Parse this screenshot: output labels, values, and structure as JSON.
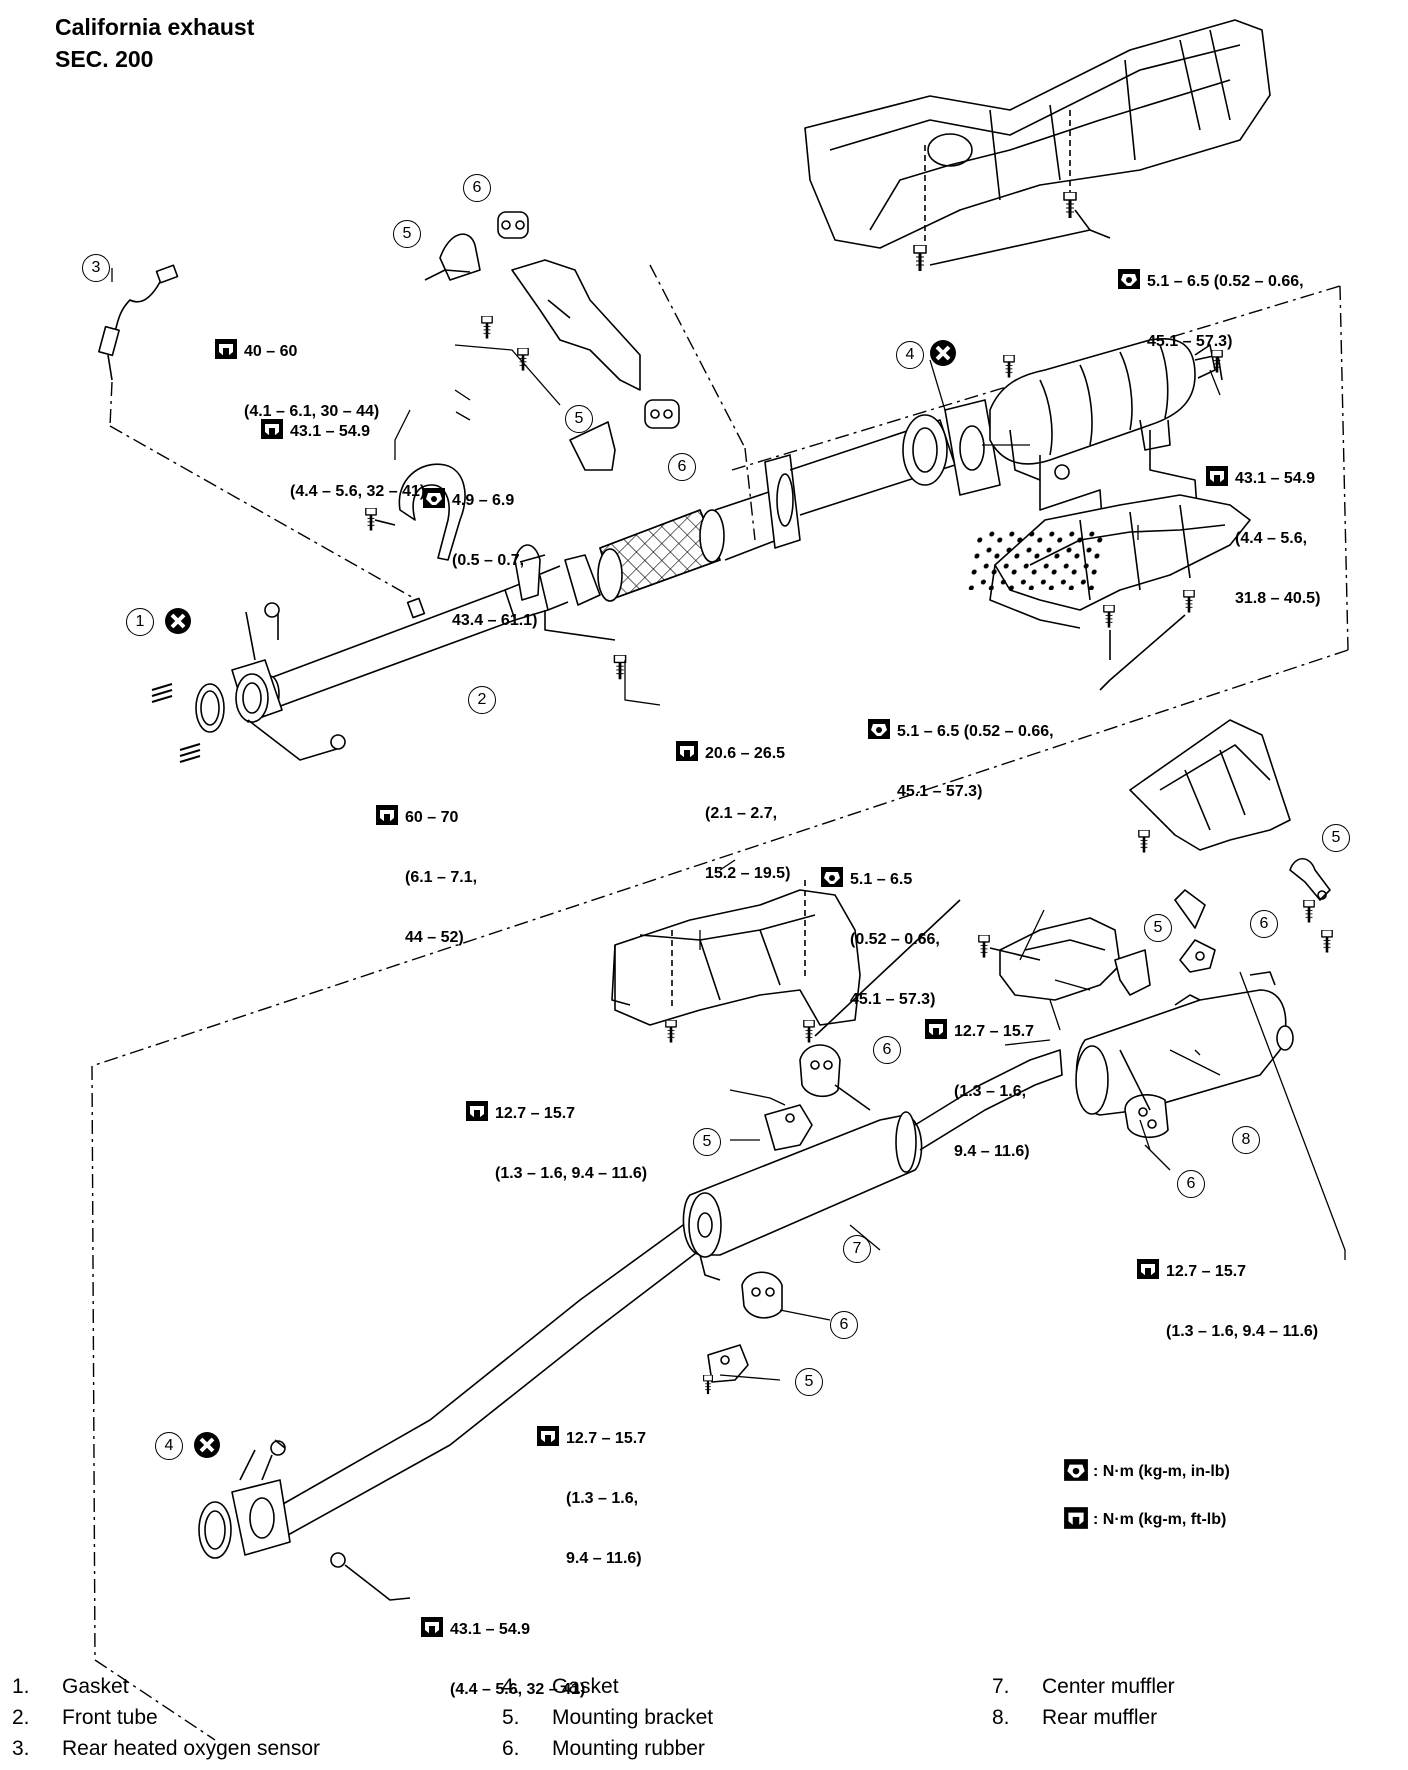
{
  "title": {
    "line1": "California exhaust",
    "line2": "SEC. 200"
  },
  "specs": {
    "heat_shield_upper": {
      "icon": "filled-bolt-icon",
      "line1": "5.1 – 6.5 (0.52 – 0.66,",
      "line2": "45.1 – 57.3)"
    },
    "sensor": {
      "icon": "open-bolt-icon",
      "line1": "40 – 60",
      "line2": "(4.1 – 6.1, 30 – 44)"
    },
    "front_tube_bracket": {
      "icon": "open-bolt-icon",
      "line1": "43.1 – 54.9",
      "line2": "(4.4 – 5.6, 32 – 41)"
    },
    "clamp": {
      "icon": "filled-bolt-icon",
      "line1": "4.9 – 6.9",
      "line2": "(0.5 – 0.7,",
      "line3": "43.4 – 61.1)"
    },
    "converter": {
      "icon": "open-bolt-icon",
      "line1": "43.1 – 54.9",
      "line2": "(4.4 – 5.6,",
      "line3": "31.8 – 40.5)"
    },
    "converter_shield": {
      "icon": "filled-bolt-icon",
      "line1": "5.1 – 6.5 (0.52 – 0.66,",
      "line2": "45.1 – 57.3)"
    },
    "front_tube_bolt": {
      "icon": "open-bolt-icon",
      "line1": "20.6 – 26.5",
      "line2": "(2.1 – 2.7,",
      "line3": "15.2 – 19.5)"
    },
    "front_flange": {
      "icon": "open-bolt-icon",
      "line1": "60 – 70",
      "line2": "(6.1 – 7.1,",
      "line3": "44 – 52)"
    },
    "lower_shield": {
      "icon": "filled-bolt-icon",
      "line1": "5.1 – 6.5",
      "line2": "(0.52 – 0.66,",
      "line3": "45.1 – 57.3)"
    },
    "rear_bracket_left": {
      "icon": "open-bolt-icon",
      "line1": "12.7 – 15.7",
      "line2": "(1.3 – 1.6, 9.4 – 11.6)"
    },
    "rear_bracket_mid": {
      "icon": "open-bolt-icon",
      "line1": "12.7 – 15.7",
      "line2": "(1.3 – 1.6,",
      "line3": "9.4 – 11.6)"
    },
    "rear_muffler": {
      "icon": "open-bolt-icon",
      "line1": "12.7 – 15.7",
      "line2": "(1.3 – 1.6, 9.4 – 11.6)"
    },
    "center_bracket": {
      "icon": "open-bolt-icon",
      "line1": "12.7 – 15.7",
      "line2": "(1.3 – 1.6,",
      "line3": "9.4 – 11.6)"
    },
    "rear_flange": {
      "icon": "open-bolt-icon",
      "line1": "43.1 – 54.9",
      "line2": "(4.4 – 5.6, 32 – 41)"
    }
  },
  "legend": {
    "filled": "N·m (kg-m, in-lb)",
    "open": "N·m (kg-m, ft-lb)"
  },
  "callouts": [
    "1",
    "2",
    "3",
    "4",
    "5",
    "6",
    "7",
    "8"
  ],
  "parts": [
    {
      "num": "1.",
      "name": "Gasket"
    },
    {
      "num": "2.",
      "name": "Front tube"
    },
    {
      "num": "3.",
      "name": "Rear heated oxygen sensor"
    },
    {
      "num": "4.",
      "name": "Gasket"
    },
    {
      "num": "5.",
      "name": "Mounting bracket"
    },
    {
      "num": "6.",
      "name": "Mounting rubber"
    },
    {
      "num": "7.",
      "name": "Center muffler"
    },
    {
      "num": "8.",
      "name": "Rear muffler"
    }
  ]
}
